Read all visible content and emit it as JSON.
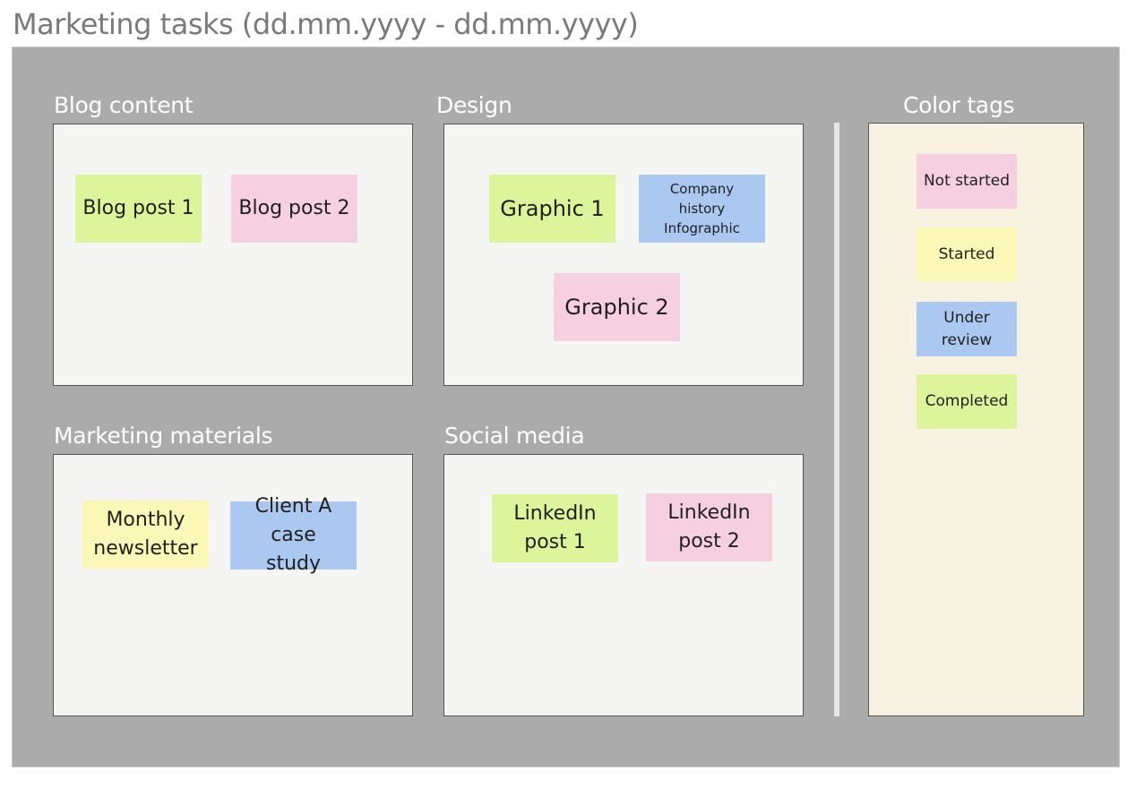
{
  "title": "Marketing tasks (dd.mm.yyyy - dd.mm.yyyy)",
  "colors": {
    "green": "#dcf59b",
    "pink": "#f6d0e0",
    "blue": "#abc9f0",
    "yellow": "#fbf7b6",
    "board": "#ababab",
    "frame": "#f5f6f3",
    "tags_frame": "#f7f2e2"
  },
  "frames": {
    "blog": {
      "title": "Blog content",
      "notes": [
        {
          "text": "Blog post 1",
          "color": "green",
          "status": "Completed"
        },
        {
          "text": "Blog post 2",
          "color": "pink",
          "status": "Not started"
        }
      ]
    },
    "design": {
      "title": "Design",
      "notes": [
        {
          "text": "Graphic 1",
          "color": "green",
          "status": "Completed"
        },
        {
          "text": "Company history Infographic",
          "color": "blue",
          "status": "Under review"
        },
        {
          "text": "Graphic 2",
          "color": "pink",
          "status": "Not started"
        }
      ]
    },
    "marketing": {
      "title": "Marketing materials",
      "notes": [
        {
          "text": "Monthly newsletter",
          "color": "yellow",
          "status": "Started"
        },
        {
          "text": "Client A case study",
          "color": "blue",
          "status": "Under review"
        }
      ]
    },
    "social": {
      "title": "Social media",
      "notes": [
        {
          "text": "LinkedIn post 1",
          "color": "green",
          "status": "Completed"
        },
        {
          "text": "LinkedIn post 2",
          "color": "pink",
          "status": "Not started"
        }
      ]
    },
    "tags": {
      "title": "Color tags",
      "notes": [
        {
          "text": "Not started",
          "color": "pink"
        },
        {
          "text": "Started",
          "color": "yellow"
        },
        {
          "text": "Under review",
          "color": "blue"
        },
        {
          "text": "Completed",
          "color": "green"
        }
      ]
    }
  }
}
